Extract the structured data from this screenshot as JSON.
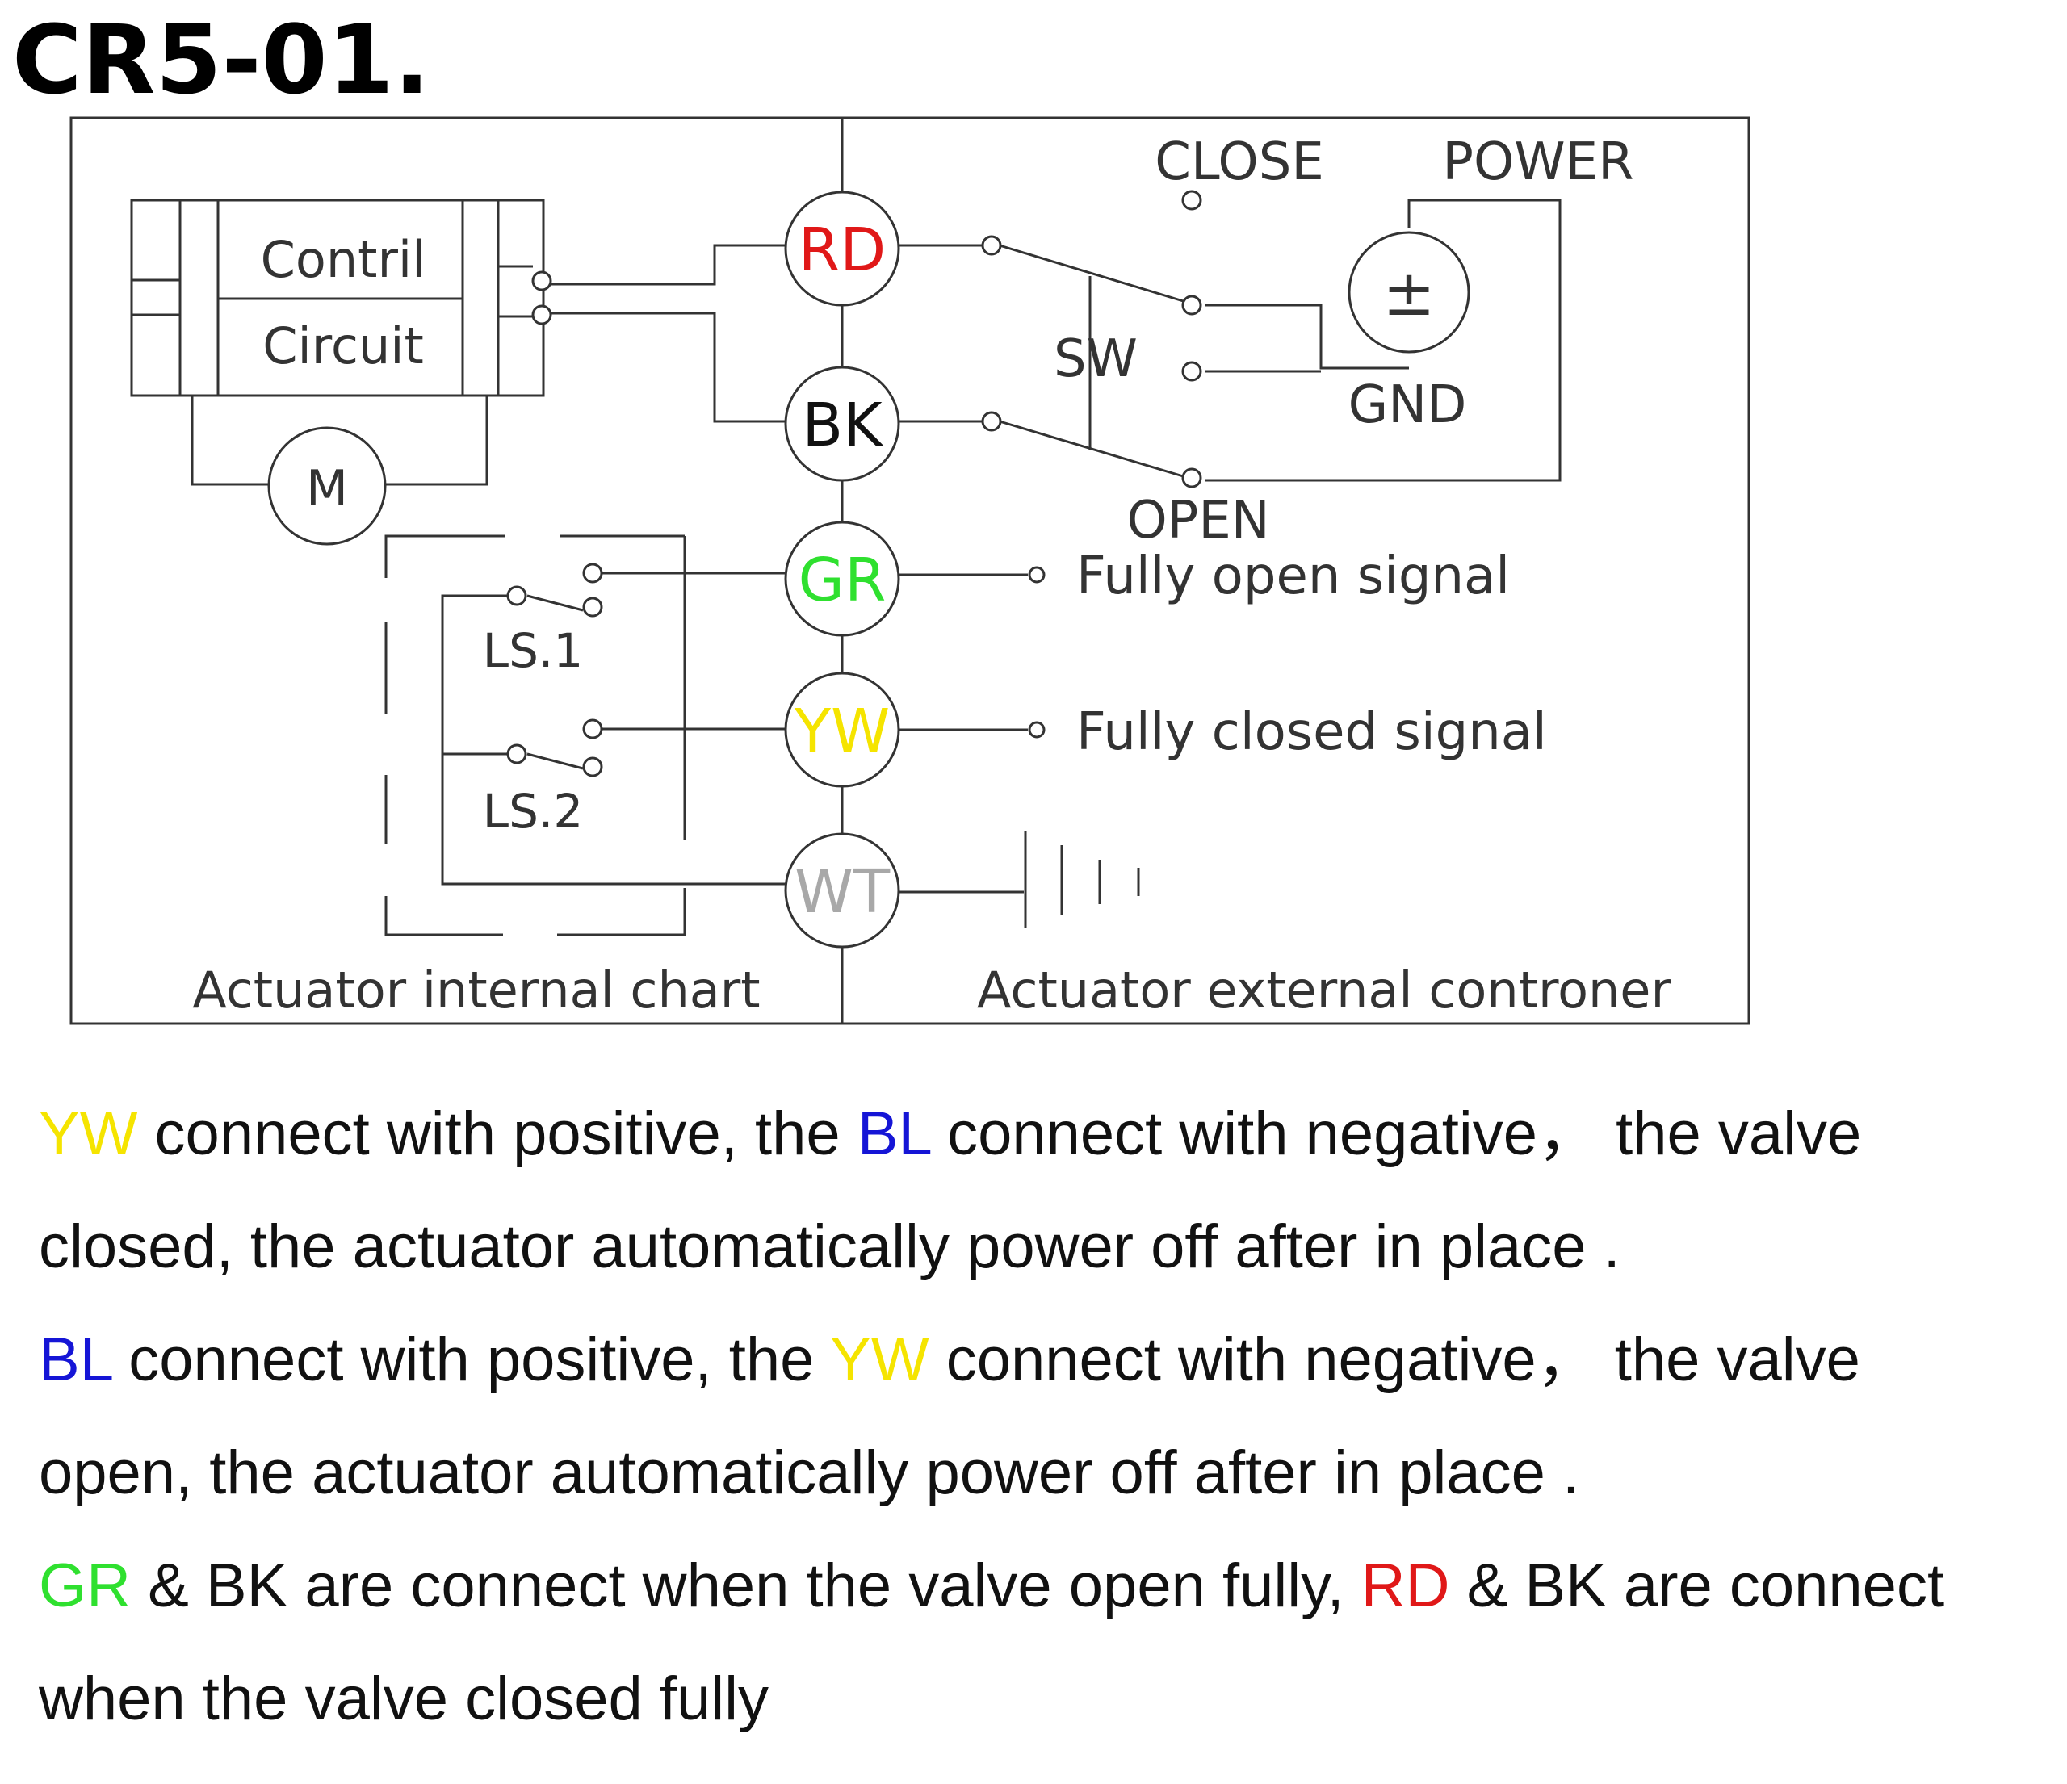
{
  "title": "CR5-01.",
  "diagram": {
    "control_box": {
      "line1": "Contril",
      "line2": "Circuit"
    },
    "motor": "M",
    "limit_switches": [
      "LS.1",
      "LS.2"
    ],
    "wires": [
      {
        "code": "RD",
        "color": "#e01818"
      },
      {
        "code": "BK",
        "color": "#111111"
      },
      {
        "code": "GR",
        "color": "#2fe02f"
      },
      {
        "code": "YW",
        "color": "#f5e400"
      },
      {
        "code": "WT",
        "color": "#a8a8a8"
      }
    ],
    "close_label": "CLOSE",
    "power_label": "POWER",
    "power_symbol": "±",
    "sw_label": "SW",
    "gnd_label": "GND",
    "open_label": "OPEN",
    "fully_open_signal": "Fully open signal",
    "fully_closed_signal": "Fully closed signal",
    "internal_caption": "Actuator internal chart",
    "external_caption": "Actuator external controner"
  },
  "instructions": {
    "line1": {
      "a": "YW",
      "b": " connect with positive, the ",
      "c": "BL",
      "d": " connect with negative， the valve"
    },
    "line2": "closed, the actuator automatically power off after in place .",
    "line3": {
      "a": "BL",
      "b": " connect with positive, the ",
      "c": "YW",
      "d": " connect with negative， the valve"
    },
    "line4": "open, the actuator automatically power off after in place .",
    "line5": {
      "a": "GR",
      "b": " & BK are connect when the valve open fully, ",
      "c": "RD",
      "d": " & BK are connect"
    },
    "line6": "when the valve closed fully"
  },
  "colors": {
    "yellow": "#f5e400",
    "blue": "#1515d6",
    "green": "#2fe02f",
    "red": "#e01818",
    "line": "#333333"
  }
}
